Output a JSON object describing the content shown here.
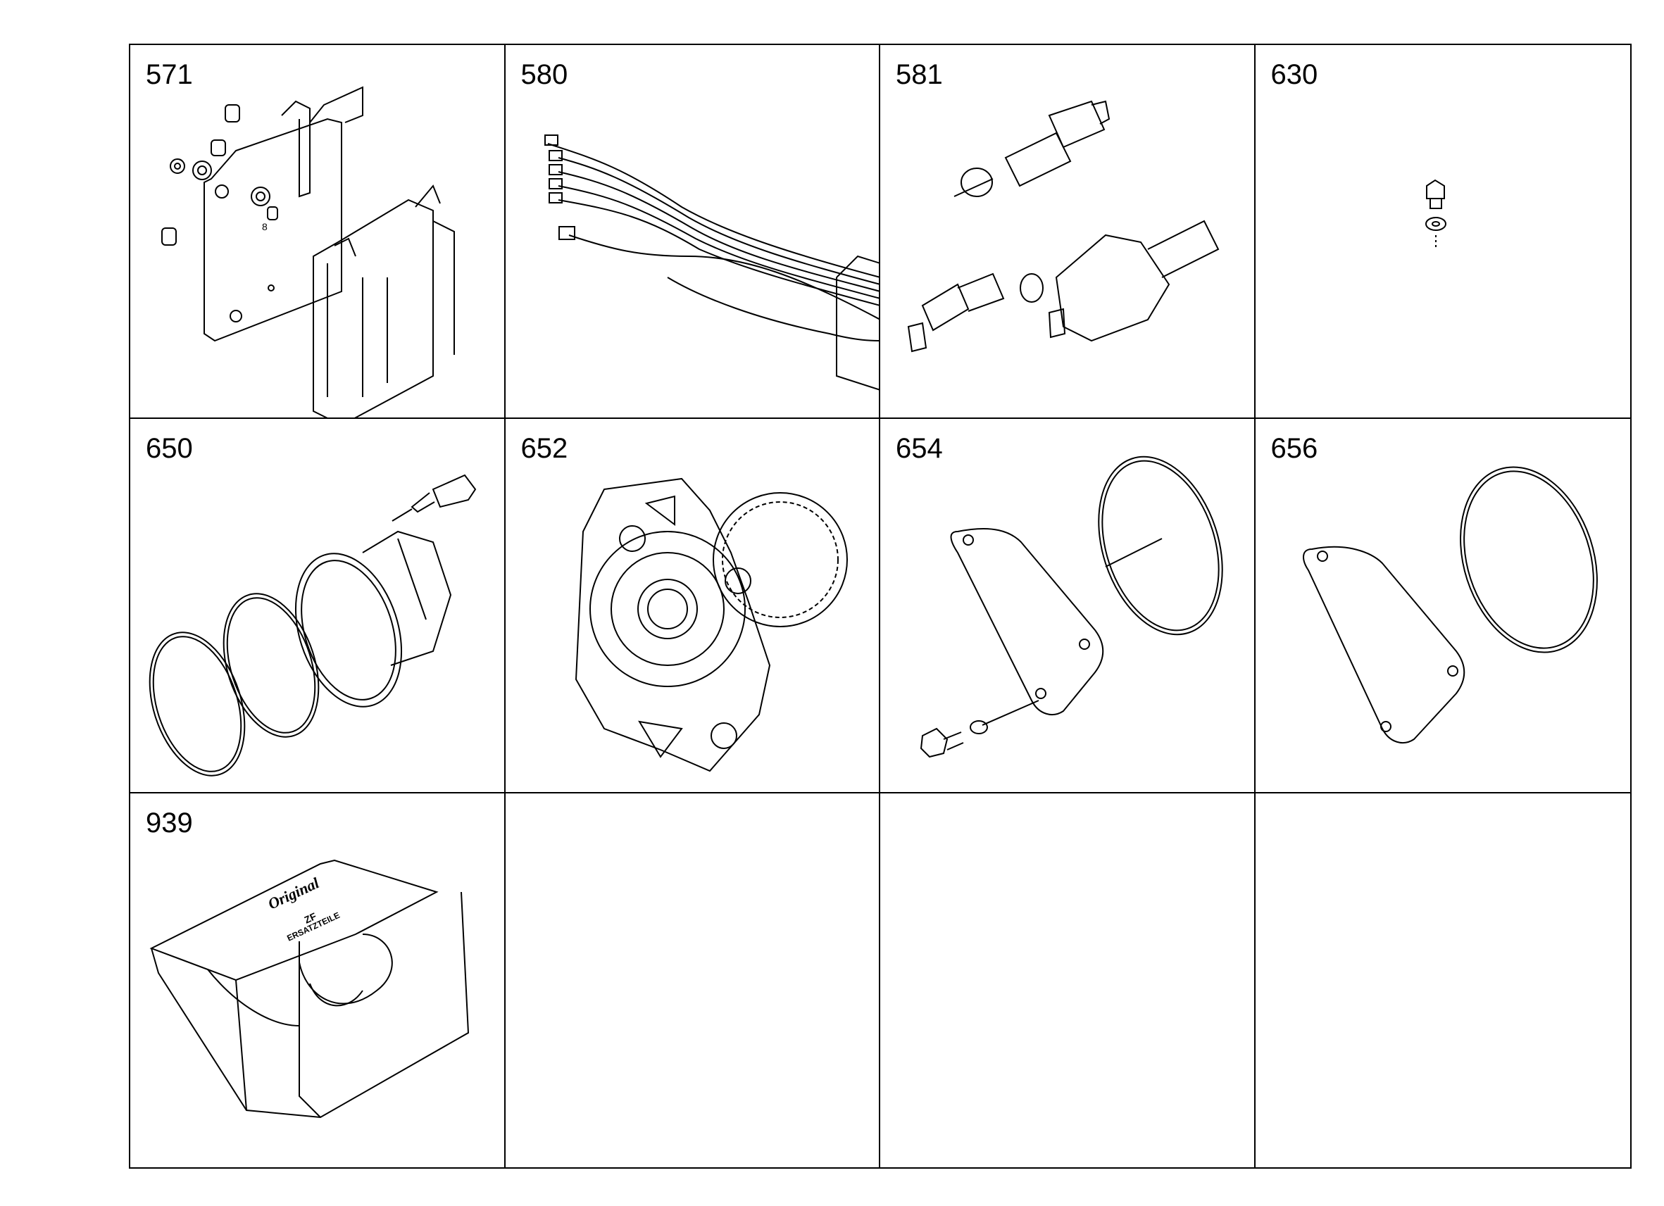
{
  "parts": [
    {
      "number": "571",
      "icon": "control-plate-assembly-icon"
    },
    {
      "number": "580",
      "icon": "wiring-harness-icon"
    },
    {
      "number": "581",
      "icon": "sensor-switches-icon"
    },
    {
      "number": "630",
      "icon": "plug-screw-icon"
    },
    {
      "number": "650",
      "icon": "seal-ring-kit-icon"
    },
    {
      "number": "652",
      "icon": "pump-gear-assembly-icon"
    },
    {
      "number": "654",
      "icon": "cover-gasket-kit-icon"
    },
    {
      "number": "656",
      "icon": "cover-gasket-icon"
    },
    {
      "number": "939",
      "icon": "original-spare-parts-kit-icon"
    },
    {
      "number": "",
      "icon": ""
    },
    {
      "number": "",
      "icon": ""
    },
    {
      "number": "",
      "icon": ""
    }
  ],
  "fig_571_label": "8",
  "fig_939_brand": {
    "line1": "Original",
    "line2": "ZF",
    "line3": "ERSATZTEILE"
  }
}
